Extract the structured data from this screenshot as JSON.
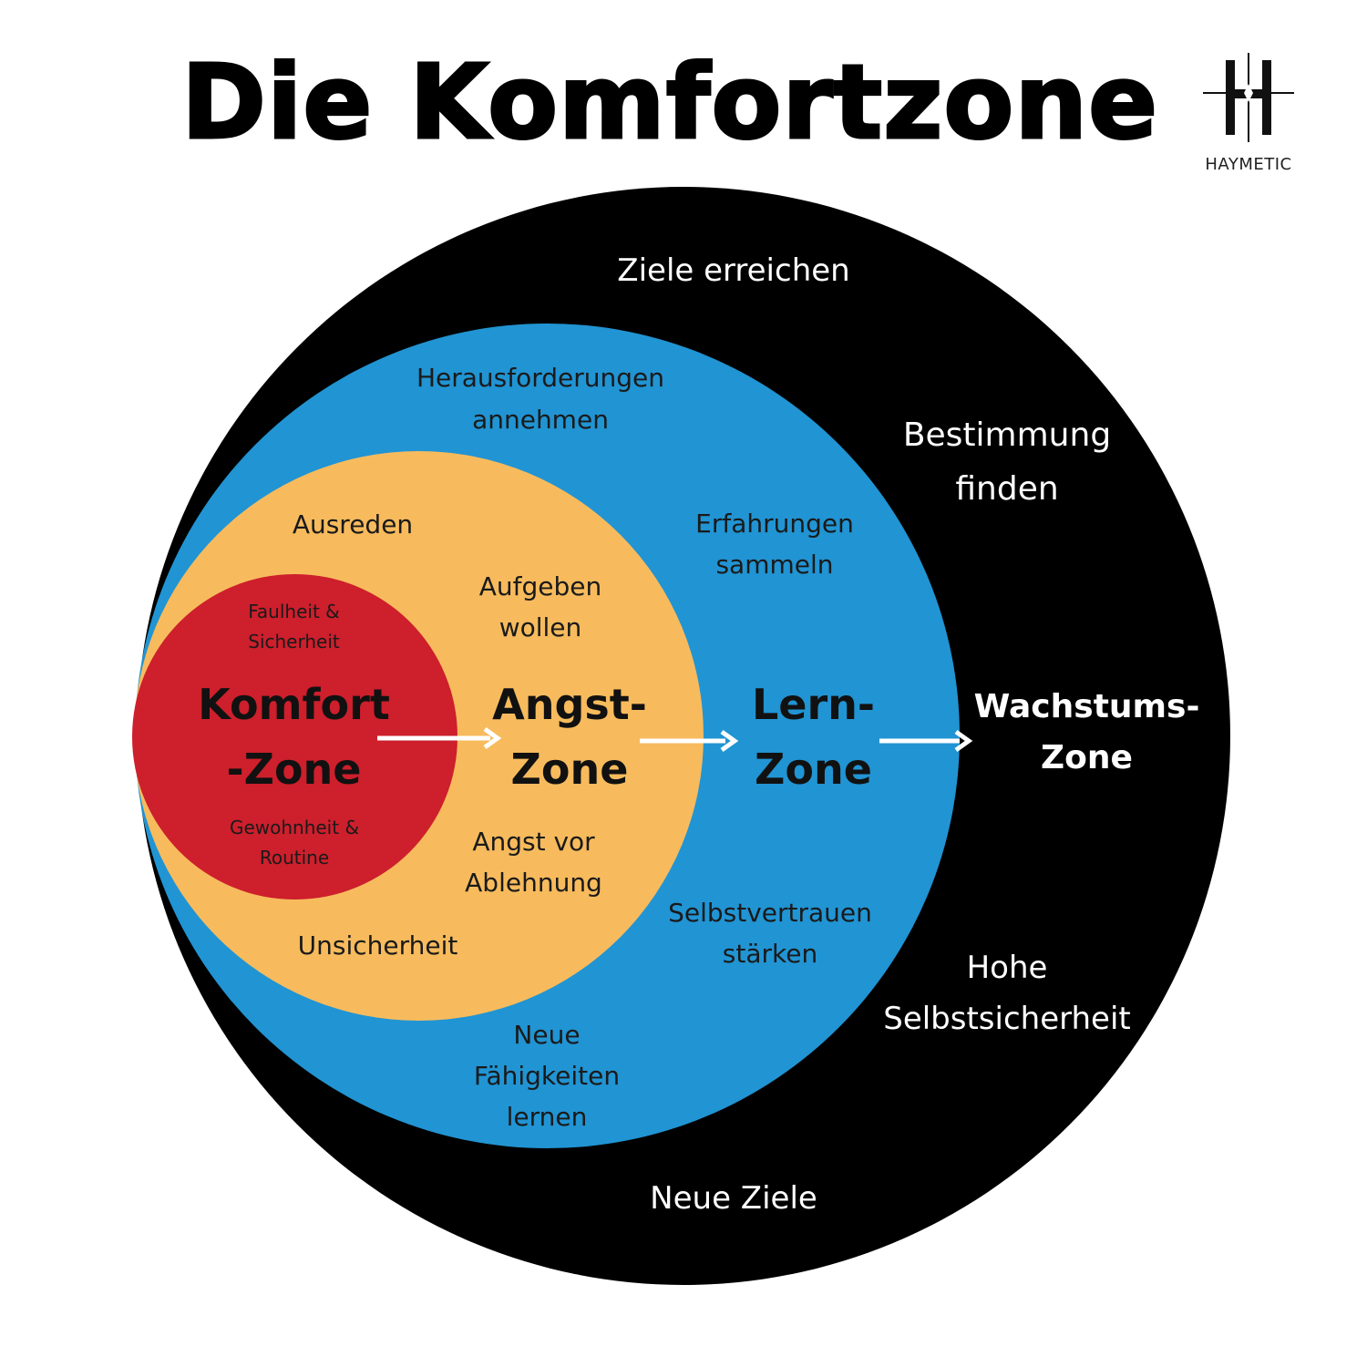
{
  "title": "Die Komfortzone",
  "logo": {
    "brand": "HAYMETIC",
    "icon": "h-compass-logo"
  },
  "colors": {
    "growth": "#000000",
    "learn": "#2194d3",
    "fear": "#f7bb5d",
    "comfort": "#cd1f2c",
    "arrow": "#ffffff"
  },
  "zones": {
    "comfort": {
      "line1": "Komfort",
      "line2": "-Zone",
      "top_note_1": "Faulheit &",
      "top_note_2": "Sicherheit",
      "bottom_note_1": "Gewohnheit &",
      "bottom_note_2": "Routine"
    },
    "fear": {
      "line1": "Angst-",
      "line2": "Zone",
      "note_excuses": "Ausreden",
      "note_giveup_1": "Aufgeben",
      "note_giveup_2": "wollen",
      "note_rejection_1": "Angst vor",
      "note_rejection_2": "Ablehnung",
      "note_insecurity": "Unsicherheit"
    },
    "learn": {
      "line1": "Lern-",
      "line2": "Zone",
      "note_challenges_1": "Herausforderungen",
      "note_challenges_2": "annehmen",
      "note_experience_1": "Erfahrungen",
      "note_experience_2": "sammeln",
      "note_confidence_1": "Selbstvertrauen",
      "note_confidence_2": "stärken",
      "note_skills_1": "Neue",
      "note_skills_2": "Fähigkeiten",
      "note_skills_3": "lernen"
    },
    "growth": {
      "line1": "Wachstums-",
      "line2": "Zone",
      "note_goals": "Ziele erreichen",
      "note_purpose_1": "Bestimmung",
      "note_purpose_2": "finden",
      "note_selfassurance_1": "Hohe",
      "note_selfassurance_2": "Selbstsicherheit",
      "note_newgoals": "Neue Ziele"
    }
  }
}
